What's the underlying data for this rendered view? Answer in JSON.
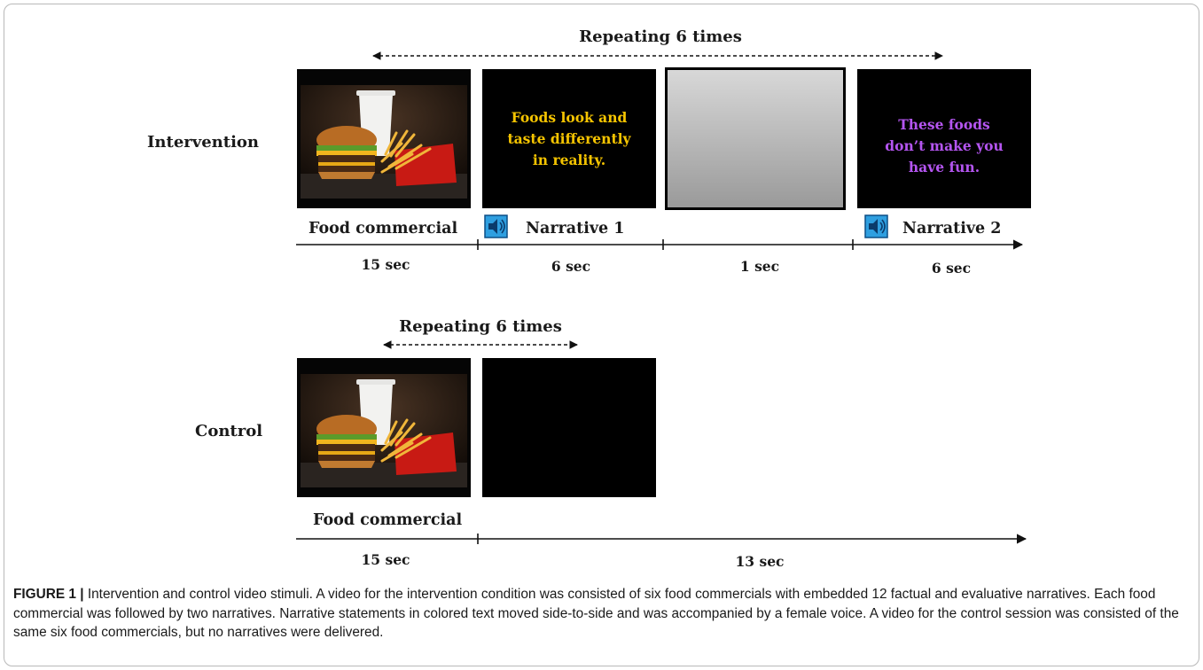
{
  "intervention": {
    "row_label": "Intervention",
    "repeat_label": "Repeating 6 times",
    "segment_labels": [
      "Food commercial",
      "Narrative 1",
      "Narrative 2"
    ],
    "durations": [
      "15 sec",
      "6 sec",
      "1 sec",
      "6 sec"
    ],
    "narrative_1_lines": [
      "Foods look and",
      "taste differently",
      "in reality."
    ],
    "narrative_2_lines": [
      "These foods",
      "don’t make you",
      "have fun."
    ]
  },
  "control": {
    "row_label": "Control",
    "repeat_label": "Repeating 6 times",
    "segment_label": "Food commercial",
    "durations": [
      "15 sec",
      "13 sec"
    ]
  },
  "caption": {
    "figure_label": "FIGURE 1 |",
    "text": " Intervention and control video stimuli. A video for the intervention condition was consisted of six food commercials with embedded 12 factual and evaluative narratives. Each food commercial was followed by two narratives. Narrative statements in colored text moved side-to-side and was accompanied by a female voice. A video for the control session was consisted of the same six food commercials, but no narratives were delivered."
  },
  "colors": {
    "narrative_1_text": "#f5c400",
    "narrative_2_text": "#b455f0",
    "speaker_icon_bg": "#2f9fe0",
    "panel_black": "#000000"
  },
  "icons": [
    "speaker-icon"
  ]
}
